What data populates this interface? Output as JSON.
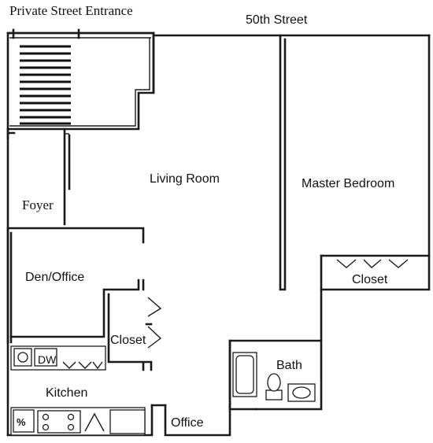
{
  "streets": {
    "private_entrance": "Private Street Entrance",
    "main_street": "50th Street"
  },
  "rooms": {
    "foyer": "Foyer",
    "living_room": "Living Room",
    "master_bedroom": "Master Bedroom",
    "den_office": "Den/Office",
    "closet_center": "Closet",
    "closet_bedroom": "Closet",
    "kitchen": "Kitchen",
    "bath": "Bath",
    "office": "Office"
  },
  "fixtures": {
    "dishwasher": "DW"
  }
}
